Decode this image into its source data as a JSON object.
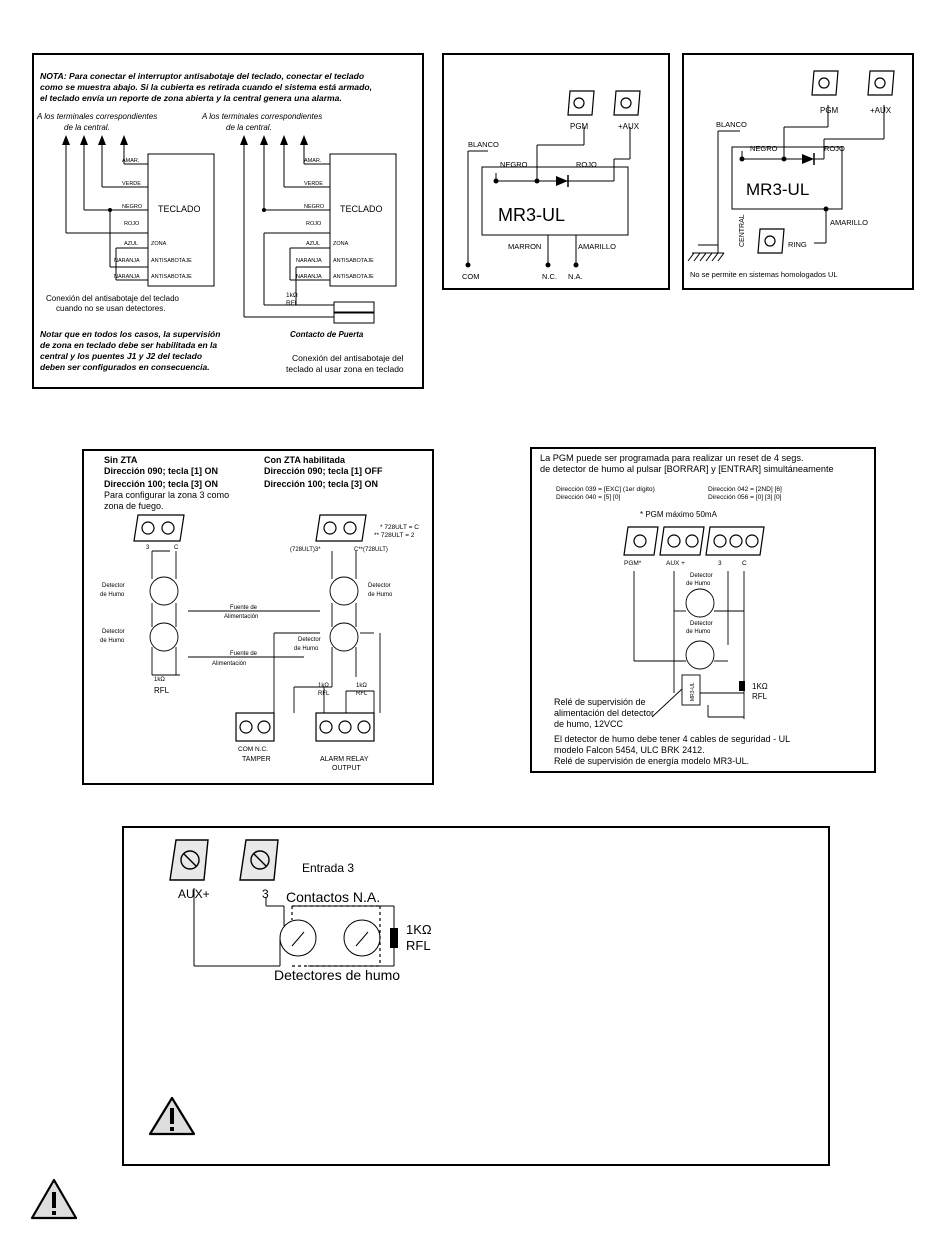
{
  "panel1": {
    "note_lines": [
      "NOTA: Para conectar el interruptor antisabotaje del teclado, conectar el teclado",
      "como se muestra abajo. Si la cubierta es retirada cuando el sistema está armado,",
      "el teclado envía un reporte de zona abierta y la central genera una alarma."
    ],
    "left_heading": [
      "A los terminales correspondientes",
      "de la central."
    ],
    "right_heading": [
      "A los terminales correspondientes",
      "de la central."
    ],
    "wire_labels": [
      "AMAR.",
      "VERDE",
      "NEGRO",
      "ROJO",
      "AZUL",
      "NARANJA",
      "NARANJA"
    ],
    "zone_label": "ZONA",
    "tamper_label": "ANTISABOTAJE",
    "keypad_label": "TECLADO",
    "resistor_label": [
      "1kΩ",
      "RFL"
    ],
    "door_label": "Contacto de Puerta",
    "left_caption": [
      "Conexión del antisabotaje del teclado",
      "cuando no se usan detectores."
    ],
    "right_caption": [
      "Conexión del antisabotaje del",
      "teclado al usar zona en teclado"
    ],
    "bottom_note": [
      "Notar que en todos los casos, la supervisión",
      "de zona en teclado debe ser habilitada en la",
      "central y los puentes J1 y J2 del teclado",
      "deben ser configurados en consecuencia."
    ]
  },
  "panel2": {
    "terminals": [
      "PGM",
      "+AUX"
    ],
    "blanco": "BLANCO",
    "negro": "NEGRO",
    "rojo": "ROJO",
    "module": "MR3-UL",
    "marron": "MARRON",
    "amarillo": "AMARILLO",
    "com": "COM",
    "nc": "N.C.",
    "na": "N.A."
  },
  "panel3": {
    "terminals": [
      "PGM",
      "+AUX"
    ],
    "blanco": "BLANCO",
    "negro": "NEGRO",
    "rojo": "ROJO",
    "module": "MR3-UL",
    "amarillo": "AMARILLO",
    "central": "CENTRAL",
    "ring": "RING",
    "note": "No se permite en sistemas homologados UL"
  },
  "panel4": {
    "left_title": "Sin ZTA",
    "left_lines": [
      "Dirección 090; tecla [1] ON",
      "Dirección 100; tecla [3] ON"
    ],
    "left_config": [
      "Para configurar la zona 3 como",
      "zona de fuego."
    ],
    "right_title": "Con ZTA habilitada",
    "right_lines": [
      "Dirección 090; tecla [1] OFF",
      "Dirección 100; tecla [3] ON"
    ],
    "footnotes": [
      "* 728ULT = C",
      "** 728ULT = 2"
    ],
    "left_terms": [
      "3",
      "C"
    ],
    "right_terms": [
      "(728ULT)3*",
      "C**(728ULT)"
    ],
    "detector": [
      "Detector",
      "de Humo"
    ],
    "fuente": [
      "Fuente de",
      "Alimentación"
    ],
    "resistor": [
      "1kΩ",
      "RFL"
    ],
    "com_nc": "COM  N.C.",
    "tamper": "TAMPER",
    "alarm_relay": [
      "ALARM RELAY",
      "OUTPUT"
    ]
  },
  "panel5": {
    "intro": [
      "La PGM puede ser programada para realizar un reset de 4 segs.",
      "de detector de humo al pulsar [BORRAR] y [ENTRAR] simultáneamente"
    ],
    "dirs": [
      "Dirección 039  = [EXC] (1er dígito)",
      "Dirección 040  = [5] [0]",
      "Dirección 042  = [2ND] [6]",
      "Dirección 056  = [0] [3] [0]"
    ],
    "pgm_max": "* PGM máximo 50mA",
    "terms": [
      "PGM*",
      "AUX +",
      "3",
      "C"
    ],
    "detector": [
      "Detector",
      "de Humo"
    ],
    "relay": "MR3-UL",
    "resistor": [
      "1KΩ",
      "RFL"
    ],
    "relay_note": [
      "Relé de supervisión de",
      "alimentación del detector",
      "de humo, 12VCC"
    ],
    "bottom": [
      "El detector de humo debe tener 4 cables de seguridad - UL",
      "modelo Falcon 5454, ULC BRK 2412.",
      "Relé de supervisión de energía modelo MR3-UL."
    ]
  },
  "panel6": {
    "entrada": "Entrada 3",
    "aux": "AUX+",
    "three": "3",
    "contactos": "Contactos N.A.",
    "resistor": [
      "1KΩ",
      "RFL"
    ],
    "detectores": "Detectores de humo"
  }
}
